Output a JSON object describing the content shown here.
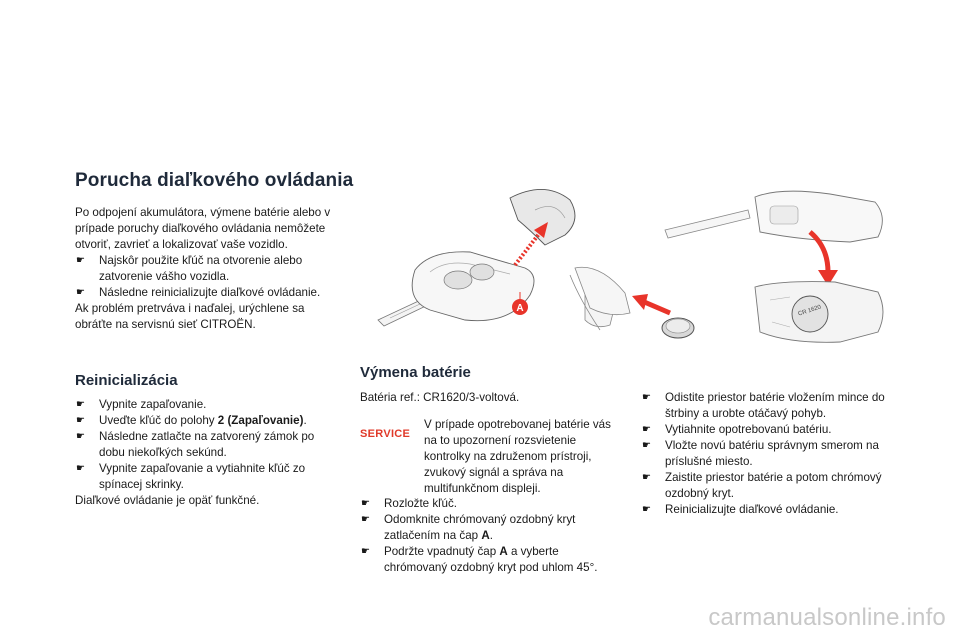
{
  "title": "Porucha diaľkového ovládania",
  "intro": {
    "text": "Po odpojení akumulátora, výmene batérie alebo v prípade poruchy diaľkového ovládania nemôžete otvoriť, zavrieť a lokalizovať vaše vozidlo.",
    "bullets": [
      "Najskôr použite kľúč na otvorenie alebo zatvorenie vášho vozidla.",
      "Následne reinicializujte diaľkové ovládanie."
    ],
    "after": "Ak problém pretrváva i naďalej, urýchlene sa obráťte na servisnú sieť CITROËN."
  },
  "reinit": {
    "heading": "Reinicializácia",
    "bullets": [
      {
        "pre": "Vypnite zapaľovanie.",
        "bold": "",
        "post": ""
      },
      {
        "pre": "Uveďte kľúč do polohy ",
        "bold": "2 (Zapaľovanie)",
        "post": "."
      },
      {
        "pre": "Následne zatlačte na zatvorený zámok po dobu niekoľkých sekúnd.",
        "bold": "",
        "post": ""
      },
      {
        "pre": "Vypnite zapaľovanie a vytiahnite kľúč zo spínacej skrinky.",
        "bold": "",
        "post": ""
      }
    ],
    "after": "Diaľkové ovládanie je opäť funkčné."
  },
  "battery": {
    "heading": "Výmena batérie",
    "ref": "Batéria ref.: CR1620/3-voltová.",
    "service_label": "SERVICE",
    "warning": "V prípade opotrebovanej batérie vás na to upozornení rozsvietenie kontrolky na združenom prístroji, zvukový signál a správa na multifunkčnom displeji.",
    "steps_left": [
      {
        "pre": "Rozložte kľúč.",
        "bold": "",
        "post": ""
      },
      {
        "pre": "Odomknite chrómovaný ozdobný kryt zatlačením na čap ",
        "bold": "A",
        "post": "."
      },
      {
        "pre": "Podržte vpadnutý čap ",
        "bold": "A",
        "post": " a vyberte chrómovaný ozdobný kryt pod uhlom 45°."
      }
    ],
    "steps_right": [
      "Odistite priestor batérie vložením mince do štrbiny a urobte otáčavý pohyb.",
      "Vytiahnite opotrebovanú batériu.",
      "Vložte novú batériu správnym smerom na príslušné miesto.",
      "Zaistite priestor batérie a potom chrómový ozdobný kryt.",
      "Reinicializujte diaľkové ovládanie."
    ]
  },
  "figure": {
    "callout": "A",
    "battery_text": "CR 1620"
  },
  "watermark": "carmanualsonline.info",
  "colors": {
    "accent_red": "#e03a2a",
    "arrow_red": "#e8342a",
    "heading": "#1f2a3a"
  }
}
